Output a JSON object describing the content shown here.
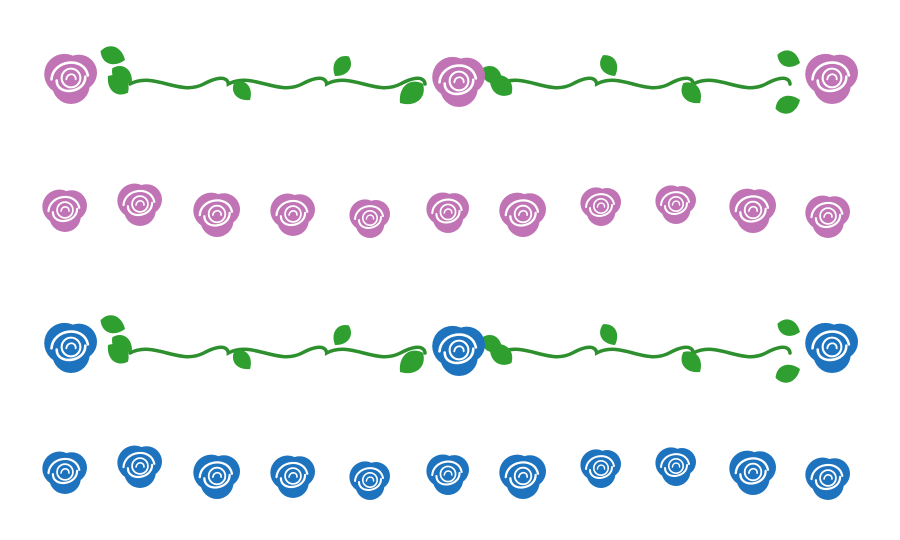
{
  "colors": {
    "pink_rose": "#c174b5",
    "blue_rose": "#1e73be",
    "stem": "#2d8f2d",
    "leaf": "#2fa02f",
    "rose_highlight": "#ffffff"
  },
  "rows": [
    {
      "type": "vine-border",
      "rose_color": "pink_rose",
      "rose_count": 3,
      "icon": "rose-icon"
    },
    {
      "type": "rose-row",
      "rose_color": "pink_rose",
      "rose_count": 11,
      "icon": "rose-icon"
    },
    {
      "type": "vine-border",
      "rose_color": "blue_rose",
      "rose_count": 3,
      "icon": "rose-icon"
    },
    {
      "type": "rose-row",
      "rose_color": "blue_rose",
      "rose_count": 11,
      "icon": "rose-icon"
    }
  ]
}
